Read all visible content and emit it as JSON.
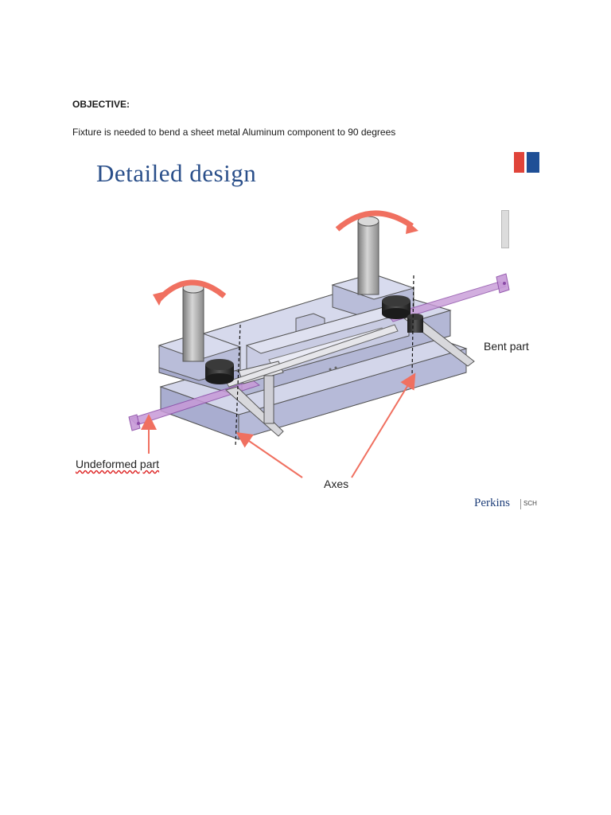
{
  "heading": "OBJECTIVE:",
  "description": "Fixture is needed to bend a sheet metal Aluminum component to 90 degrees",
  "slide": {
    "title": "Detailed design",
    "labels": {
      "bent_part": "Bent part",
      "undeformed_part": "Undeformed part",
      "axes": "Axes"
    },
    "footer": {
      "logo": "Perkins",
      "school": "SCH"
    }
  },
  "colors": {
    "title_blue": "#2a4f8a",
    "flag_red": "#e0443a",
    "flag_blue": "#1f4f96",
    "arrow_red": "#f07060",
    "part_purple": "#b07ac8",
    "fixture_body": "#b8bcd8"
  }
}
